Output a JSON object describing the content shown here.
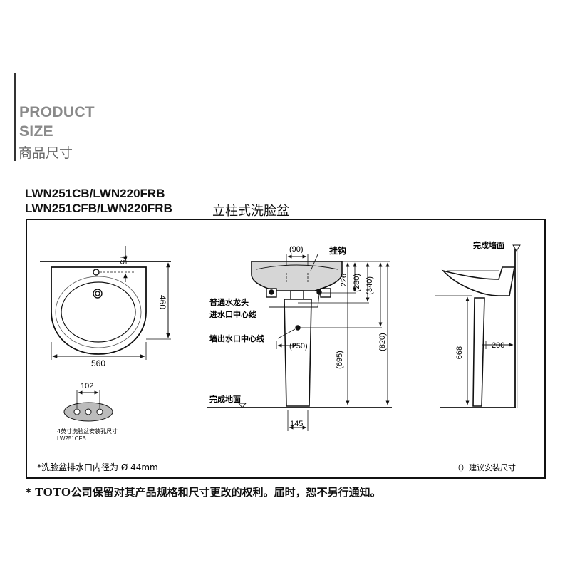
{
  "header": {
    "line1": "PRODUCT",
    "line2": "SIZE",
    "line3": "商品尺寸"
  },
  "models": {
    "line1": "LWN251CB/LWN220FRB",
    "line2": "LWN251CFB/LWN220FRB",
    "product_type": "立柱式洗脸盆"
  },
  "top_view": {
    "dim_75": "75",
    "dim_460": "460",
    "dim_560": "560"
  },
  "faucet_view": {
    "dim_102": "102",
    "caption1": "4英寸洗脸盆安装孔尺寸",
    "caption2": "LW251CFB"
  },
  "front_view": {
    "dim_90": "(90)",
    "hook": "挂钩",
    "dim_226": "226",
    "dim_280": "(280)",
    "dim_340": "(340)",
    "faucet_inlet1": "普通水龙头",
    "faucet_inlet2": "进水口中心线",
    "wall_outlet": "墙出水口中心线",
    "dim_250": "(250)",
    "dim_695": "(695)",
    "dim_820": "(820)",
    "floor": "完成地面",
    "dim_145": "145"
  },
  "side_view": {
    "wall": "完成墙面",
    "dim_668": "668",
    "dim_200": "200"
  },
  "notes": {
    "drain": "*洗脸盆排水口内径为 Ø 44mm",
    "legend": "（）建议安装尺寸"
  },
  "footer": {
    "star": "*",
    "brand": "TOTO",
    "text": "公司保留对其产品规格和尺寸更改的权利。届时，恕不另行通知。"
  }
}
